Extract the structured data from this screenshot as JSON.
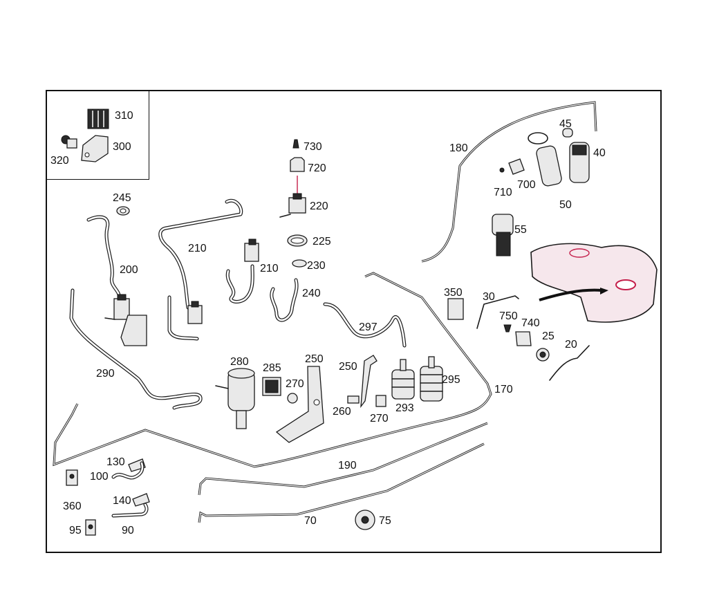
{
  "diagram": {
    "labels": {
      "l310": "310",
      "l300": "300",
      "l320": "320",
      "l245": "245",
      "l200": "200",
      "l210a": "210",
      "l210b": "210",
      "l730": "730",
      "l720": "720",
      "l220": "220",
      "l225": "225",
      "l230": "230",
      "l240": "240",
      "l180": "180",
      "l45": "45",
      "l40": "40",
      "l710": "710",
      "l700": "700",
      "l50": "50",
      "l55": "55",
      "l350": "350",
      "l30": "30",
      "l750": "750",
      "l740": "740",
      "l25": "25",
      "l20": "20",
      "l290": "290",
      "l280": "280",
      "l285": "285",
      "l270a": "270",
      "l250a": "250",
      "l250b": "250",
      "l297": "297",
      "l260": "260",
      "l270b": "270",
      "l293": "293",
      "l295": "295",
      "l170": "170",
      "l130": "130",
      "l100": "100",
      "l360": "360",
      "l140": "140",
      "l95": "95",
      "l90": "90",
      "l190": "190",
      "l70": "70",
      "l75": "75"
    }
  }
}
